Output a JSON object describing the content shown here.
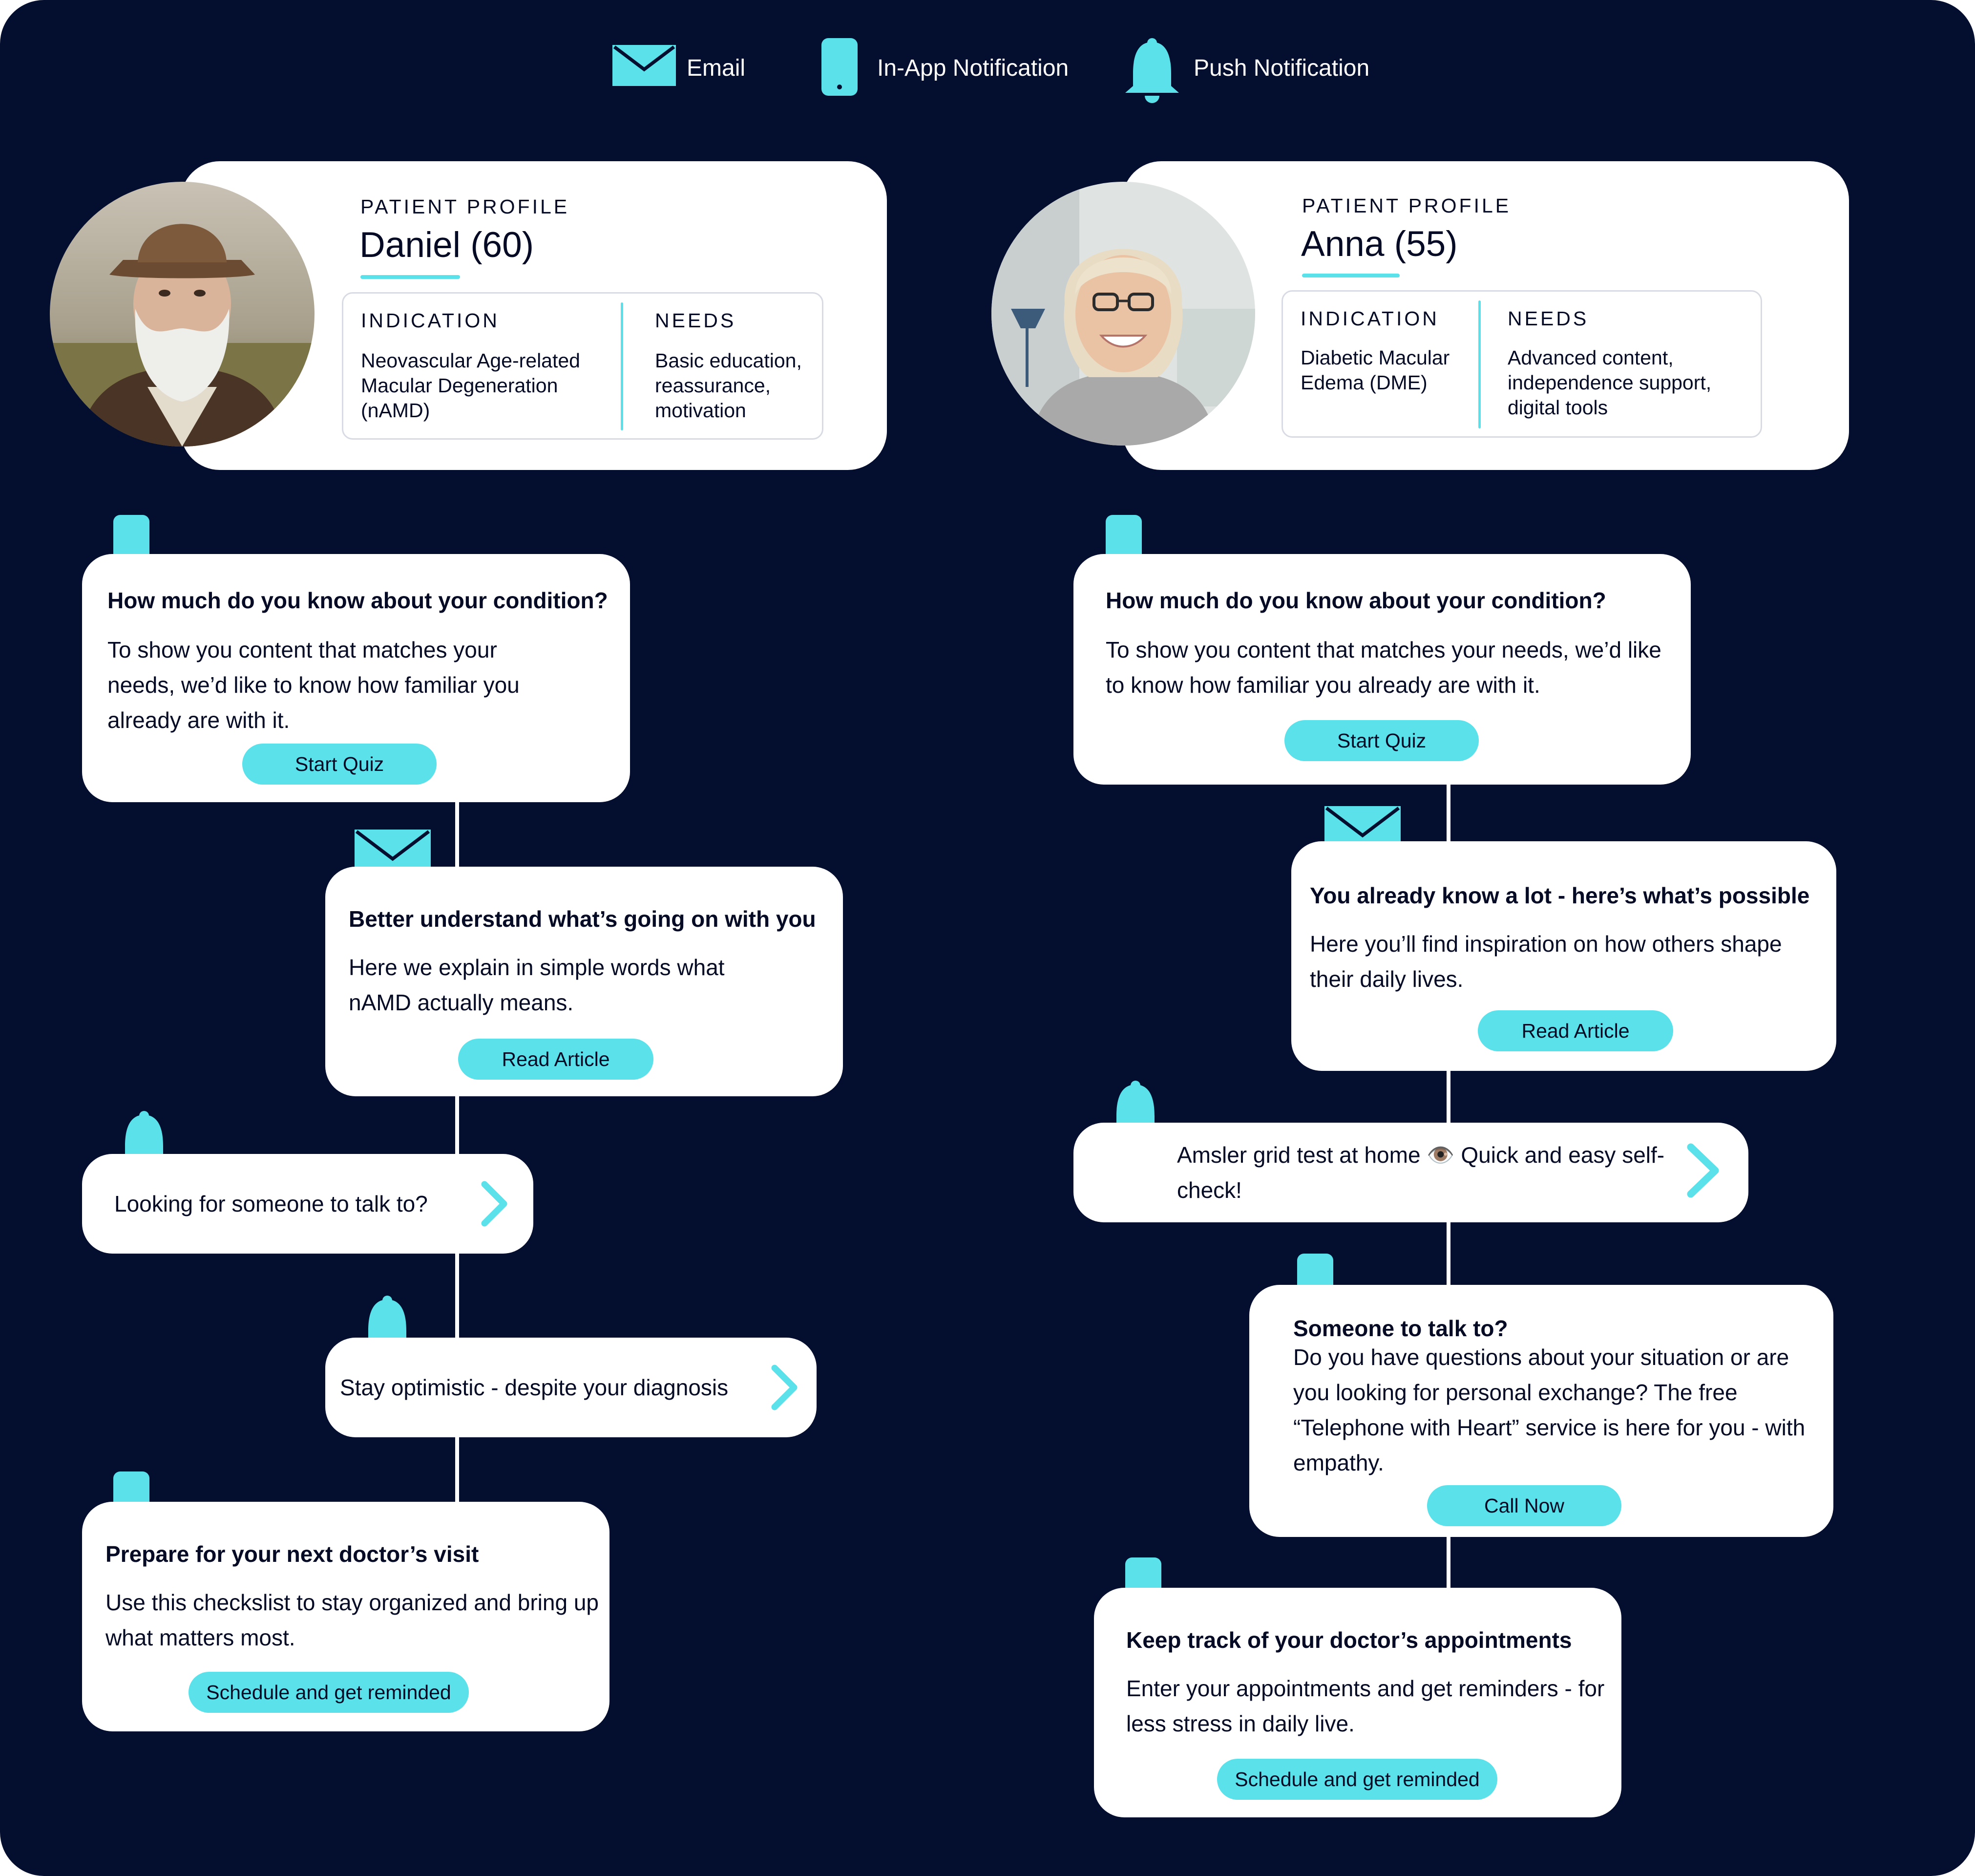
{
  "legend": {
    "items": [
      {
        "icon": "envelope-icon",
        "label": "Email"
      },
      {
        "icon": "phone-icon",
        "label": "In-App Notification"
      },
      {
        "icon": "bell-icon",
        "label": "Push Notification"
      }
    ]
  },
  "colors": {
    "background": "#040e2f",
    "accent": "#5ae1ea",
    "card": "#ffffff",
    "text": "#050b24"
  },
  "profiles": [
    {
      "kicker": "PATIENT PROFILE",
      "name": "Daniel (60)",
      "photo": "elderly-man-with-hat-photo",
      "indication_label": "INDICATION",
      "indication": "Neovascular Age-related Macular Degeneration (nAMD)",
      "needs_label": "NEEDS",
      "needs": "Basic education, reassurance, motivation"
    },
    {
      "kicker": "PATIENT PROFILE",
      "name": "Anna (55)",
      "photo": "smiling-woman-with-glasses-photo",
      "indication_label": "INDICATION",
      "indication": "Diabetic Macular Edema (DME)",
      "needs_label": "NEEDS",
      "needs": "Advanced content, independence support, digital tools"
    }
  ],
  "daniel_flow": [
    {
      "channel": "phone-icon",
      "title": "How much do you know about your condition?",
      "body": "To show you content that matches your needs, we’d like to know how familiar you already are with it.",
      "button": "Start Quiz"
    },
    {
      "channel": "envelope-icon",
      "title": "Better understand what’s going on with you",
      "body": "Here we explain in simple words what nAMD actually means.",
      "button": "Read Article"
    },
    {
      "channel": "bell-icon",
      "text": "Looking for someone to talk to?"
    },
    {
      "channel": "bell-icon",
      "text": "Stay optimistic  - despite your diagnosis"
    },
    {
      "channel": "phone-icon",
      "title": "Prepare for your next doctor’s visit",
      "body": "Use this checkslist to stay organized and bring up what matters most.",
      "button": "Schedule and get reminded"
    }
  ],
  "anna_flow": [
    {
      "channel": "phone-icon",
      "title": "How much do you know about your condition?",
      "body": "To show you content that matches your needs, we’d like to know how familiar you already are with it.",
      "button": "Start Quiz"
    },
    {
      "channel": "envelope-icon",
      "title": "You already know a lot - here’s what’s possible",
      "body": "Here you’ll find inspiration on how others shape their daily lives.",
      "button": "Read Article"
    },
    {
      "channel": "bell-icon",
      "text": "Amsler grid test at home 👁️ Quick and easy self-check!"
    },
    {
      "channel": "phone-icon",
      "title": "Someone to talk to?",
      "body": "Do you have questions about your situation or are you looking for personal exchange? The free “Telephone with Heart” service is here for you - with empathy.",
      "button": "Call Now"
    },
    {
      "channel": "phone-icon",
      "title": "Keep track of your doctor’s appointments",
      "body": "Enter your appointments and get reminders - for less stress in daily live.",
      "button": "Schedule and get reminded"
    }
  ]
}
